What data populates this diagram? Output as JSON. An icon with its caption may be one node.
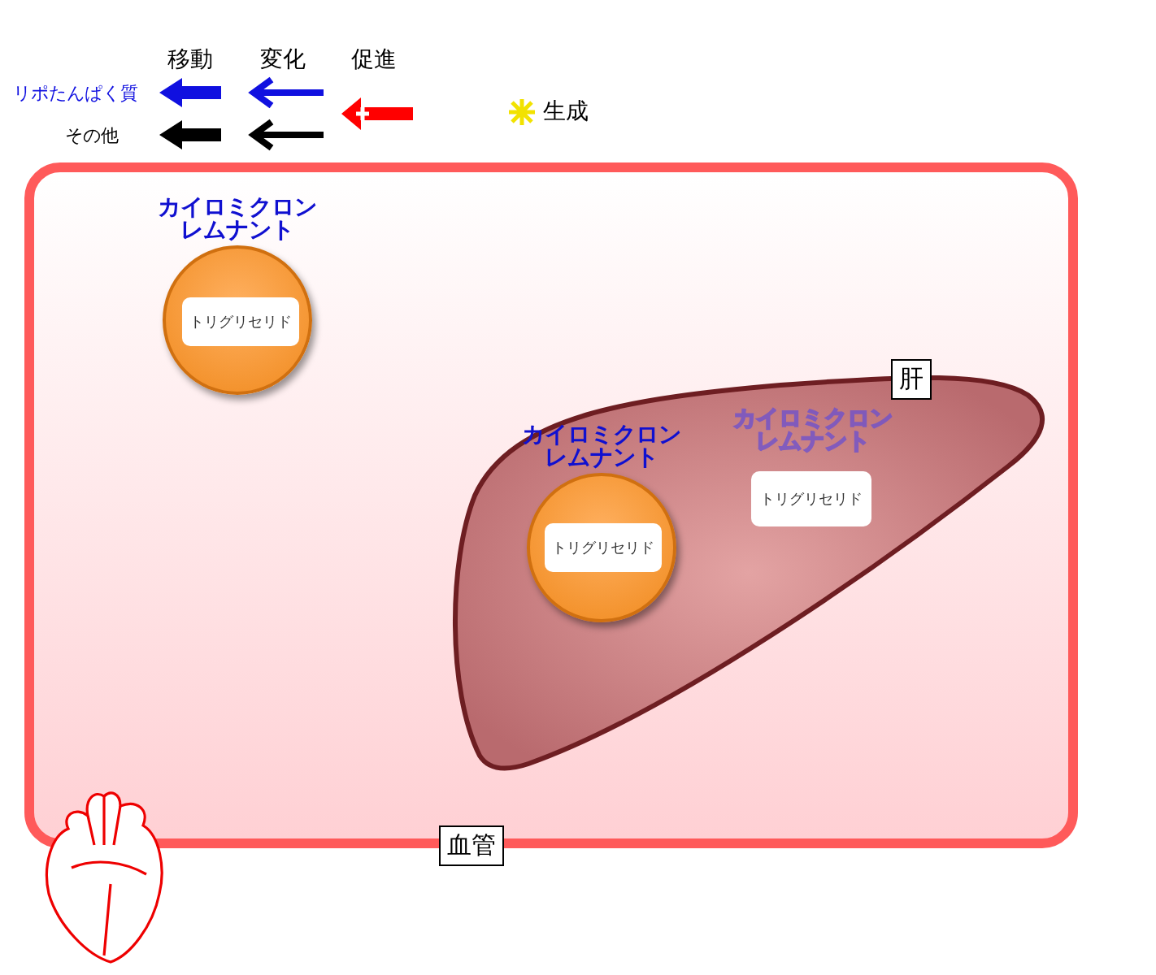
{
  "diagram": {
    "nodes": [
      {
        "text": [
          "血管"
        ]
      },
      {
        "text": [
          "カイロミクロンレムナント"
        ],
        "in": 0
      },
      {
        "text": [
          "トリグリセリド"
        ],
        "in": 1
      },
      {
        "text": [
          "肝"
        ],
        "in": 0
      },
      {
        "text": [
          "カイロミクロンレムナント"
        ],
        "in": 3
      },
      {
        "text": [
          "トリグリセリド"
        ],
        "in": 4
      },
      {
        "text": [
          "トリグリセリド"
        ],
        "in": 3
      }
    ],
    "edges": [],
    "labels": [
      "カイロミクロンレムナント"
    ],
    "legend": [
      {
        "text": "移動"
      },
      {
        "text": "変化"
      },
      {
        "text": "促進"
      },
      {
        "text": "リポたんぱく質"
      },
      {
        "text": "その他"
      },
      {
        "text": "生成"
      }
    ]
  }
}
